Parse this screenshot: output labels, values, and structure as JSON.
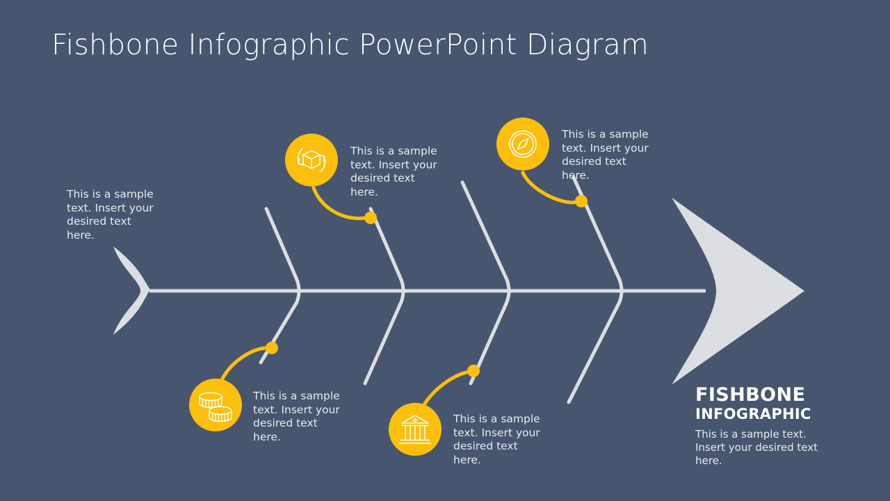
{
  "slide": {
    "title": "Fishbone Infographic PowerPoint Diagram",
    "background_color": "#47566e",
    "accent_color": "#fbbf0c",
    "bone_color": "#dcdee1",
    "text_color": "#e8ebf0"
  },
  "sample_text": "This is a sample text. Insert your desired text here.",
  "branches": [
    {
      "id": "tail-note",
      "position": "left-top",
      "icon": null,
      "text": "This is a sample text. Insert your desired text here."
    },
    {
      "id": "branch-1",
      "position": "top",
      "icon": "package-rotation-icon",
      "text": "This is a sample text. Insert your desired text here."
    },
    {
      "id": "branch-2",
      "position": "top",
      "icon": "compass-icon",
      "text": "This is a sample text. Insert your desired text here."
    },
    {
      "id": "branch-3",
      "position": "bottom",
      "icon": "coins-icon",
      "text": "This is a sample text. Insert your desired text here."
    },
    {
      "id": "branch-4",
      "position": "bottom",
      "icon": "bank-icon",
      "text": "This is a sample text. Insert your desired text here."
    }
  ],
  "headline": {
    "line1": "FISHBONE",
    "line2": "INFOGRAPHIC",
    "body": "This is a sample text. Insert your desired text here."
  }
}
